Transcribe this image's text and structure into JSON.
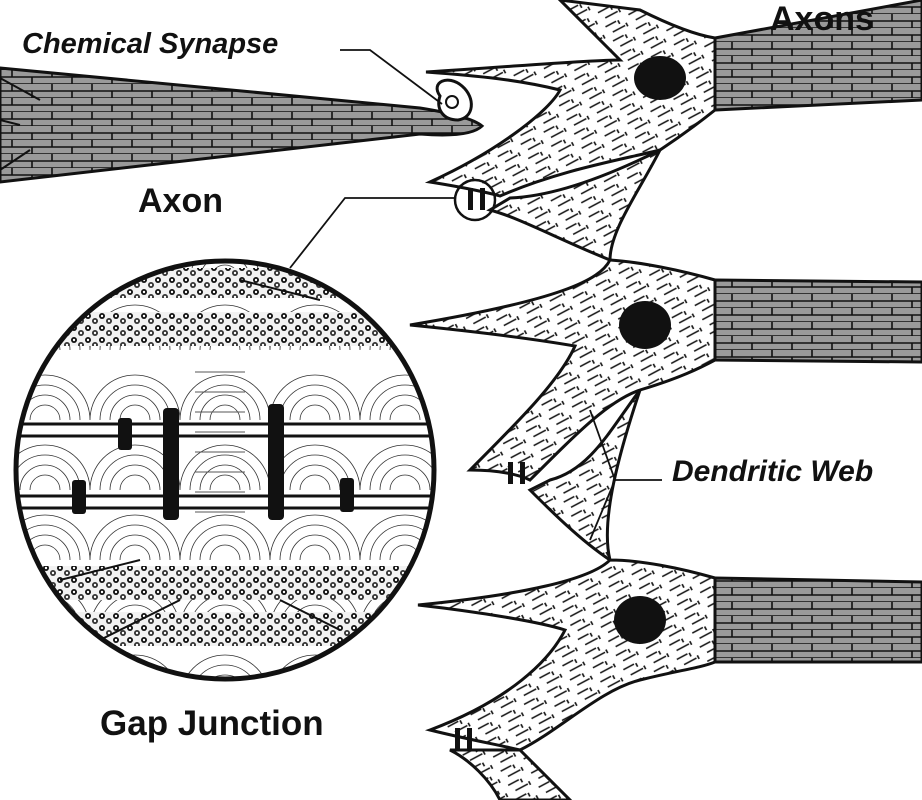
{
  "labels": {
    "axons": "Axons",
    "chemical_synapse": "Chemical Synapse",
    "axon": "Axon",
    "dendritic_web": "Dendritic Web",
    "gap_junction": "Gap Junction"
  },
  "colors": {
    "ink": "#111111",
    "axon_fill": "#9a9a9a",
    "cell_fill": "#ffffff",
    "nucleus": "#111111"
  },
  "neurons": [
    {
      "id": "top"
    },
    {
      "id": "middle"
    },
    {
      "id": "bottom"
    }
  ]
}
